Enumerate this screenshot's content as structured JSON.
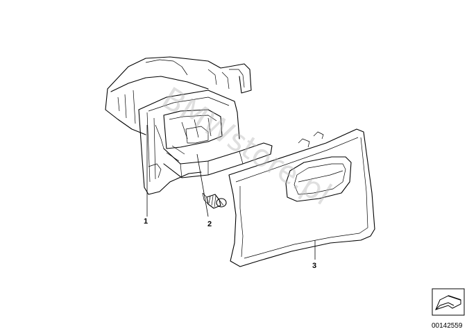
{
  "callouts": {
    "part1": "1",
    "part2": "2",
    "part3": "3"
  },
  "watermark": "BMWstore.pl",
  "diagram_number": "00142559",
  "icons": {
    "corner_badge": "folded-sheet-arrow-icon"
  }
}
